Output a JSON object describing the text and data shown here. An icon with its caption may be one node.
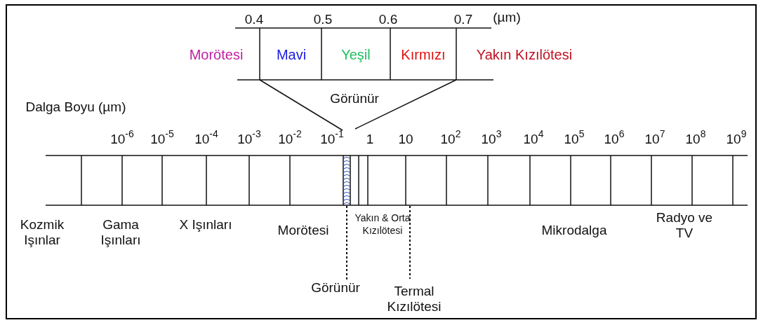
{
  "diagram": {
    "labels": [
      "0.4",
      "0.5",
      "0.6",
      "0.7",
      "(µm)",
      "Morötesi",
      "Mavi",
      "Yeşil",
      "Kırmızı",
      "Yakın Kızılötesi",
      "Görünür",
      "Dalga Boyu (µm)",
      "10$^{-6}$",
      "10$^{-5}$",
      "10$^{-4}$",
      "10$^{-3}$",
      "10$^{-2}$",
      "10$^{-1}$",
      "1",
      "10",
      "10$^{2}$",
      "10$^{3}$",
      "10$^{4}$",
      "10$^{5}$",
      "10$^{6}$",
      "10$^{7}$",
      "10$^{8}$",
      "10$^{9}$",
      "Kozmik Işınlar",
      "Gama Işınları",
      "X Işınları",
      "Morötesi",
      "Yakın & Orta Kızılötesi",
      "Mikrodalga",
      "Radyo ve TV",
      "Görünür",
      "Termal Kızılötesi"
    ]
  }
}
